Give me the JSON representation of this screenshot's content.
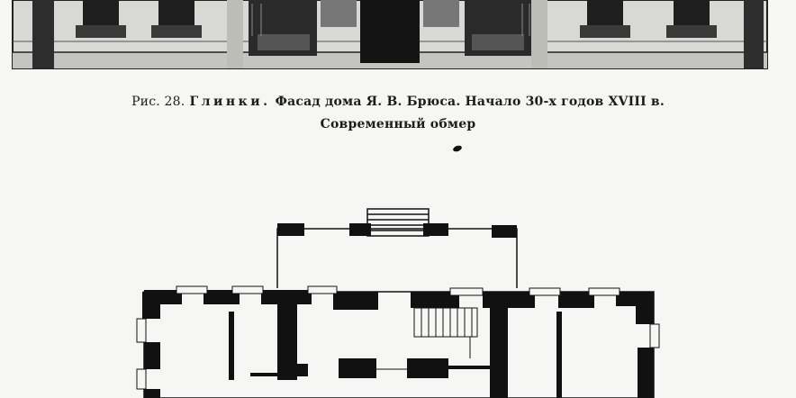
{
  "caption": {
    "fig_label": "Рис. 28.",
    "place": "Глинки.",
    "title_rest": "Фасад дома Я. В. Брюса. Начало 30-х годов XVIII в.",
    "line2": "Современный обмер"
  },
  "colors": {
    "ink": "#111111",
    "paper": "#f6f6f4",
    "wall_gray": "#d0d0cc",
    "shadow": "#2a2a2a"
  }
}
